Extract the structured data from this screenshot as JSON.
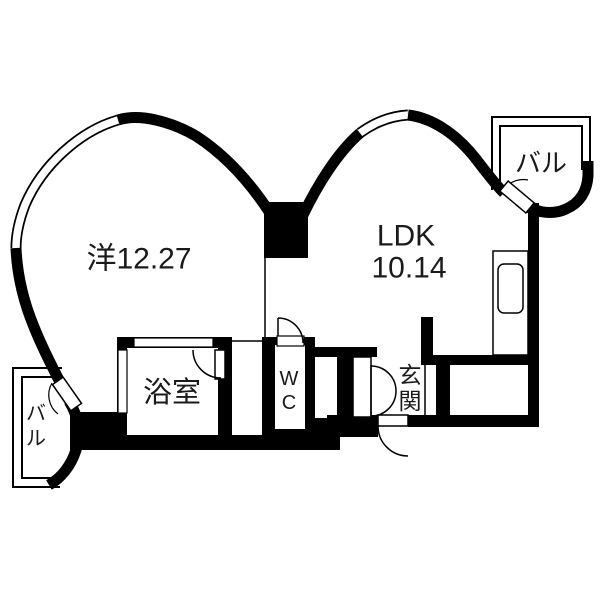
{
  "plan": {
    "type": "apartment-floor-plan",
    "rooms": {
      "western": {
        "label": "洋12.27"
      },
      "ldk": {
        "name": "LDK",
        "area": "10.14"
      },
      "bath": {
        "label": "浴室"
      },
      "wc": {
        "char1": "W",
        "char2": "C"
      },
      "entrance": {
        "char1": "玄",
        "char2": "関"
      },
      "balcony_top": {
        "label": "バル"
      },
      "balcony_bottom": {
        "char1": "バ",
        "char2": "ル"
      }
    },
    "colors": {
      "wall": "#000000",
      "background": "#ffffff"
    }
  }
}
